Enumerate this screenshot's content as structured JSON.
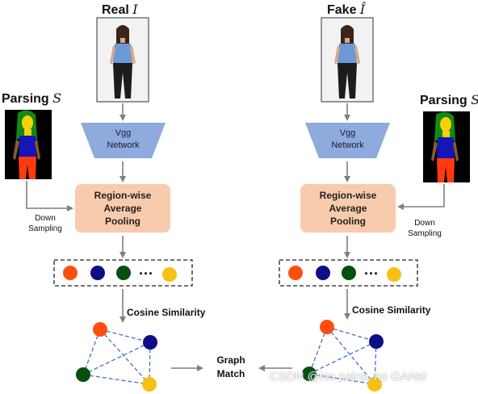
{
  "left": {
    "title": "Real",
    "symbol": "I",
    "parsing_title": "Parsing",
    "parsing_symbol": "S",
    "network_line1": "Vgg",
    "network_line2": "Network",
    "pool_line1": "Region-wise",
    "pool_line2": "Average",
    "pool_line3": "Pooling",
    "down_line1": "Down",
    "down_line2": "Sampling",
    "feature_ellipsis": "...",
    "similarity_label": "Cosine Similarity"
  },
  "right": {
    "title": "Fake",
    "symbol": "Î",
    "parsing_title": "Parsing",
    "parsing_symbol": "S",
    "network_line1": "Vgg",
    "network_line2": "Network",
    "pool_line1": "Region-wise",
    "pool_line2": "Average",
    "pool_line3": "Pooling",
    "down_line1": "Down",
    "down_line2": "Sampling",
    "feature_ellipsis": "...",
    "similarity_label": "Cosine Similarity"
  },
  "graph_match": {
    "line1": "Graph",
    "line2": "Match"
  },
  "watermark": "CSDN @No pains, no GANs!",
  "colors": {
    "node_orange": "#ff4f0e",
    "node_navy": "#0d0e86",
    "node_green": "#064f0e",
    "node_yellow": "#f8c014",
    "vgg_fill": "#8faadc",
    "pool_fill": "#f8cbad",
    "arrow": "#7f7f7f",
    "edge": "#4472c4"
  }
}
